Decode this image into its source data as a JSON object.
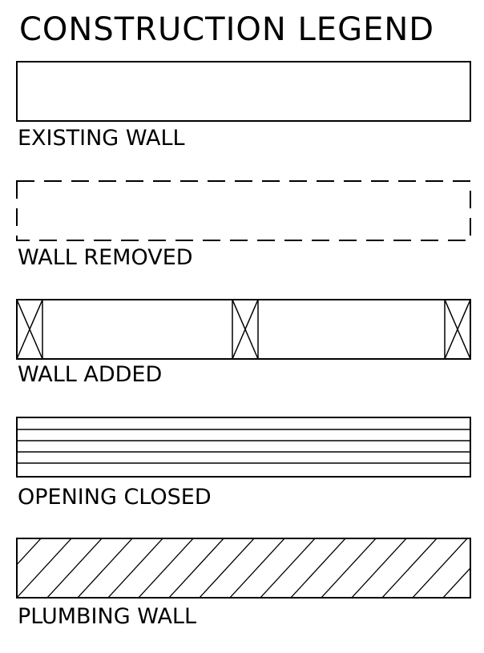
{
  "title": "CONSTRUCTION LEGEND",
  "legend": {
    "items": [
      {
        "key": "existing",
        "label": "EXISTING WALL"
      },
      {
        "key": "removed",
        "label": "WALL REMOVED"
      },
      {
        "key": "added",
        "label": "WALL ADDED"
      },
      {
        "key": "closed",
        "label": "OPENING CLOSED"
      },
      {
        "key": "plumbing",
        "label": "PLUMBING WALL"
      }
    ]
  },
  "colors": {
    "stroke": "#000000",
    "background": "#ffffff"
  }
}
